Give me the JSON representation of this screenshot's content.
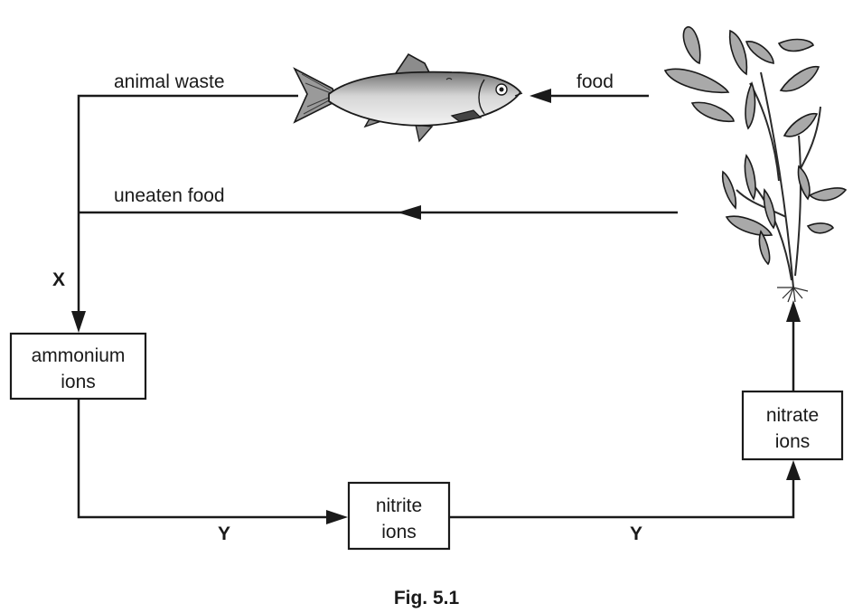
{
  "labels": {
    "animal_waste": "animal waste",
    "food": "food",
    "uneaten_food": "uneaten food",
    "x_label": "X",
    "y_label_left": "Y",
    "y_label_right": "Y"
  },
  "boxes": {
    "ammonium": [
      "ammonium",
      "ions"
    ],
    "nitrite": [
      "nitrite",
      "ions"
    ],
    "nitrate": [
      "nitrate",
      "ions"
    ]
  },
  "caption": "Fig. 5.1",
  "colors": {
    "line": "#1a1a1a",
    "fish_body": "#b8b8b8",
    "leaf_fill": "#a9a9a9"
  }
}
